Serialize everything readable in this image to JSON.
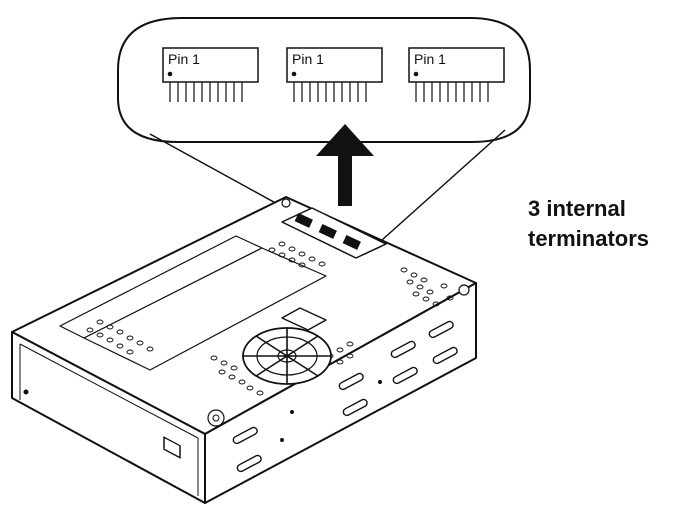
{
  "chips": [
    {
      "label": "Pin 1"
    },
    {
      "label": "Pin 1"
    },
    {
      "label": "Pin 1"
    }
  ],
  "callout": {
    "line1": "3 internal",
    "line2": "terminators"
  },
  "colors": {
    "stroke": "#111111",
    "background": "#ffffff"
  },
  "icons": [
    "up-arrow-icon",
    "fan-grille-icon"
  ]
}
